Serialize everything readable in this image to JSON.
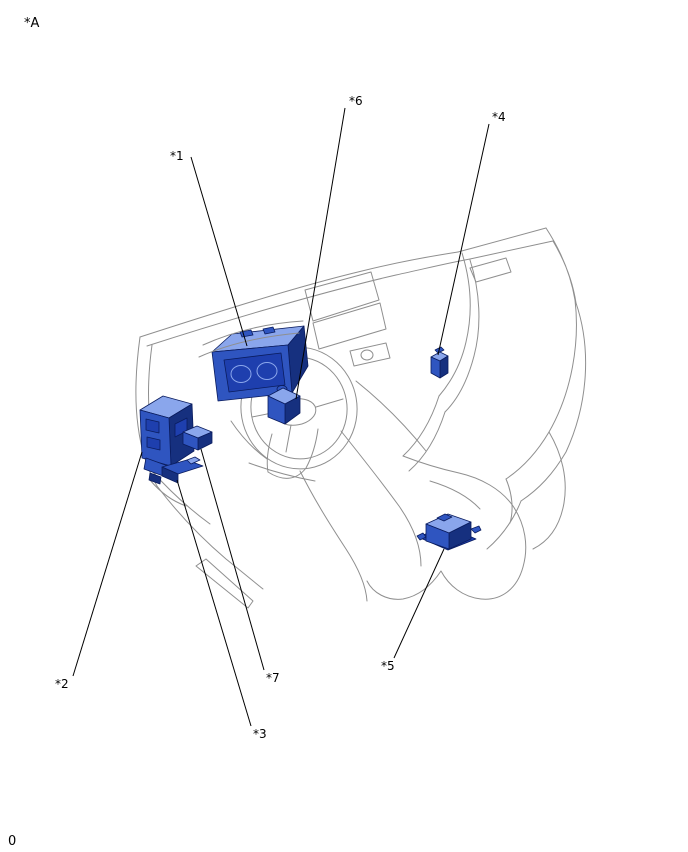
{
  "page": {
    "corner_label": "*A",
    "footer_label": "0"
  },
  "callouts": {
    "1": {
      "label": "*1"
    },
    "2": {
      "label": "*2"
    },
    "3": {
      "label": "*3"
    },
    "4": {
      "label": "*4"
    },
    "5": {
      "label": "*5"
    },
    "6": {
      "label": "*6"
    },
    "7": {
      "label": "*7"
    }
  },
  "colors": {
    "background": "#ffffff",
    "line_gray": "#8f8f8f",
    "callout_black": "#000000",
    "highlight_blue": "#2f55c0",
    "highlight_blue_light": "#8aa6ec",
    "highlight_blue_dark": "#16307f",
    "highlight_blue_deep": "#1e3fae",
    "highlight_outline": "#0a1c5e"
  }
}
